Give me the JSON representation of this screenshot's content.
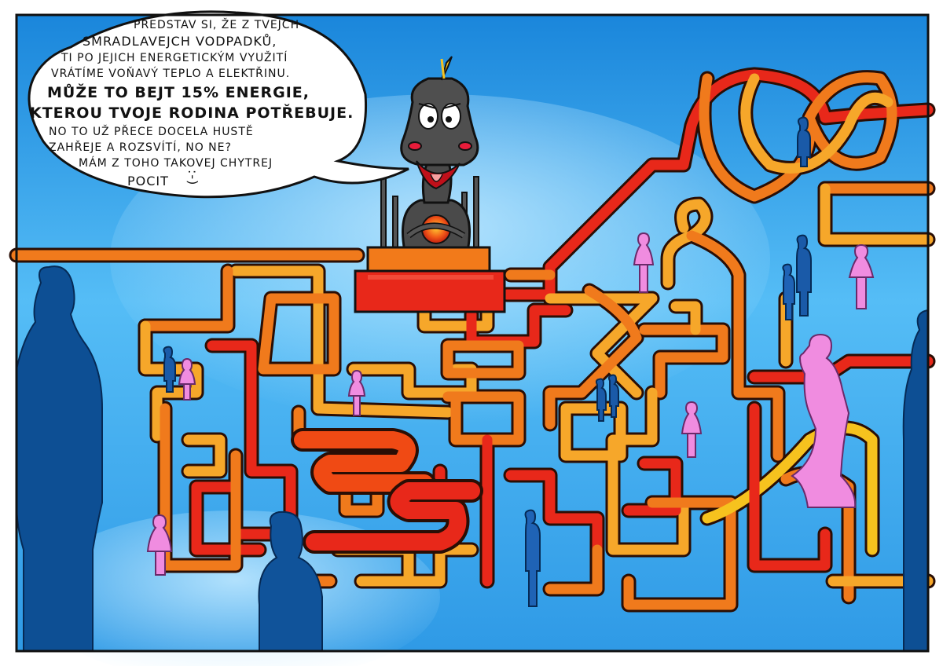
{
  "comic": {
    "speech_lines": [
      "Představ si, že z tvejch",
      "smradlavejch vodpadků,",
      "ti po jejich energetickým využití",
      "vrátíme voňavý teplo a elektřinu.",
      "Může to bejt 15% energie,",
      "kterou tvoje rodina potřebuje.",
      "No to už přece docela hustě",
      "zahřeje a rozsvítí, no ne?",
      "Mám z toho takovej chytrej",
      "pocit"
    ],
    "smiley": ":-)",
    "colors": {
      "sky_top": "#1f8fe0",
      "sky_mid": "#4fb8f4",
      "pipe_red": "#e8281a",
      "pipe_orange": "#f07a1c",
      "pipe_light": "#f6a72a",
      "person_dark": "#0d4f94",
      "person_pink": "#f08ce0"
    }
  }
}
